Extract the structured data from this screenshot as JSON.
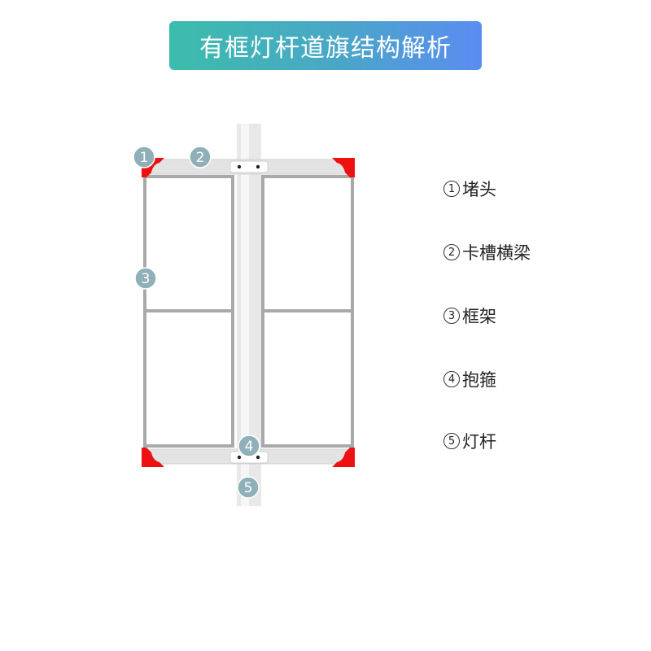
{
  "title": "有框灯杆道旗结构解析",
  "colors": {
    "banner_start": "#3cbdab",
    "banner_end": "#5b8cf2",
    "pole": "#e6e6e6",
    "frame": "#a9a9a9",
    "end_cap": "#ee1111",
    "callout": "#8fb0b8"
  },
  "callouts": [
    "1",
    "2",
    "3",
    "4",
    "5"
  ],
  "legend": [
    {
      "num": "1",
      "label": "堵头"
    },
    {
      "num": "2",
      "label": "卡槽横梁"
    },
    {
      "num": "3",
      "label": "框架"
    },
    {
      "num": "4",
      "label": "抱箍"
    },
    {
      "num": "5",
      "label": "灯杆"
    }
  ]
}
